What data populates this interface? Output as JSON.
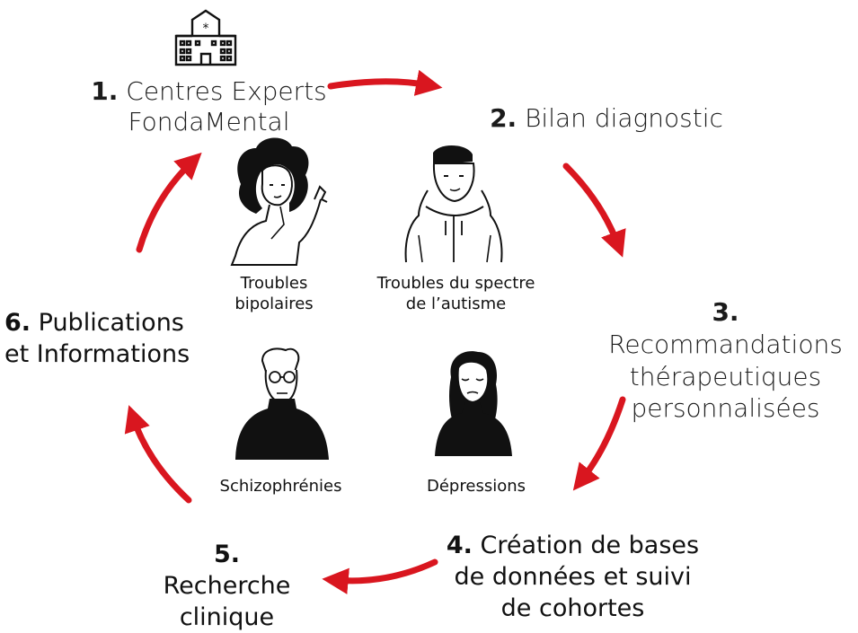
{
  "accent_color": "#d9161f",
  "steps": [
    {
      "num": "1.",
      "line1": "Centres Experts",
      "line2": "FondaMental"
    },
    {
      "num": "2.",
      "line1": "Bilan diagnostic"
    },
    {
      "num": "3.",
      "line1": "Recommandations",
      "line2": "thérapeutiques",
      "line3": "personnalisées"
    },
    {
      "num": "4.",
      "line1": "Création de bases",
      "line2": "de données et suivi",
      "line3": "de cohortes"
    },
    {
      "num": "5.",
      "line1": "Recherche",
      "line2": "clinique"
    },
    {
      "num": "6.",
      "line1": "Publications",
      "line2": "et Informations"
    }
  ],
  "conditions": [
    {
      "line1": "Troubles",
      "line2": "bipolaires",
      "icon": "woman-curly-hair-illustration"
    },
    {
      "line1": "Troubles du spectre",
      "line2": "de l’autisme",
      "icon": "young-man-hoodie-illustration"
    },
    {
      "line1": "Schizophrénies",
      "icon": "man-glasses-turtleneck-illustration"
    },
    {
      "line1": "Dépressions",
      "icon": "woman-sad-illustration"
    }
  ],
  "hospital_icon": "hospital-building-icon"
}
